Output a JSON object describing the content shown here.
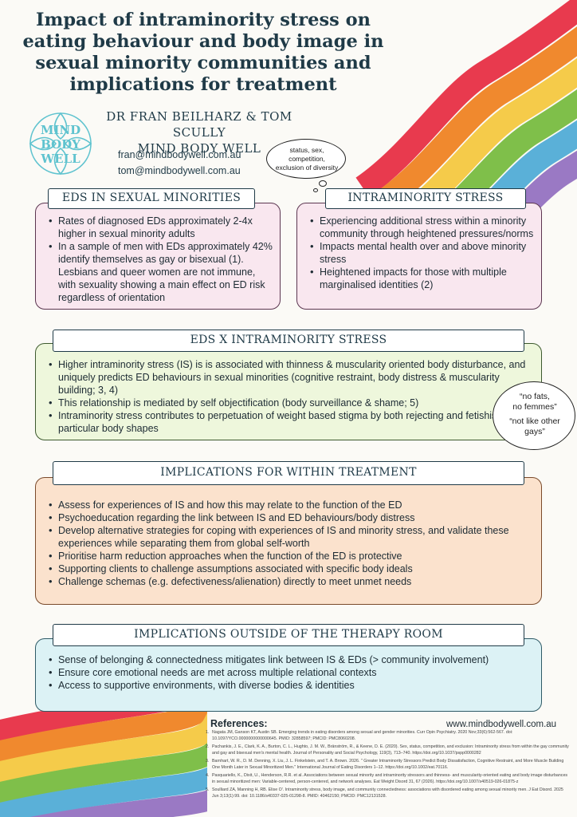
{
  "title": "Impact of intraminority stress on eating behaviour and body image in sexual minority communities and implications for treatment",
  "authors": [
    "DR FRAN BEILHARZ & TOM SCULLY",
    "MIND BODY WELL"
  ],
  "emails": [
    "fran@mindbodywell.com.au",
    "tom@mindbodywell.com.au"
  ],
  "logo": {
    "lines": [
      "MIND",
      "BODY",
      "WELL"
    ]
  },
  "thought_bubble": [
    "status, sex,",
    "competition,",
    "exclusion of diversity"
  ],
  "sections": {
    "eds_sexual_minorities": {
      "heading": "EDS IN SEXUAL MINORITIES",
      "items": [
        "Rates of diagnosed EDs approximately 2-4x higher in sexual minority adults",
        "In a sample of men with EDs approximately 42% identify themselves as gay or bisexual (1). Lesbians and queer women are not immune, with sexuality showing a main effect on ED risk regardless of orientation"
      ]
    },
    "intraminority_stress": {
      "heading": "INTRAMINORITY STRESS",
      "items": [
        "Experiencing additional stress within a minority community through heightened pressures/norms",
        "Impacts mental health over and above minority stress",
        "Heightened impacts for those with multiple marginalised identities (2)"
      ]
    },
    "eds_x_intraminority": {
      "heading": "EDS X INTRAMINORITY STRESS",
      "items": [
        "Higher intraminority stress (IS) is is associated with thinness & muscularity oriented body disturbance, and uniquely predicts ED behaviours in sexual minorities (cognitive restraint, body distress & muscularity building; 3, 4)",
        "This relationship is mediated by self objectification (body surveillance & shame; 5)",
        "Intraminority stress contributes to perpetuation of weight based stigma by both rejecting and fetishising particular body shapes"
      ]
    },
    "within_treatment": {
      "heading": "IMPLICATIONS FOR WITHIN TREATMENT",
      "items": [
        "Assess for experiences of IS and how this may relate to the function of the ED",
        "Psychoeducation regarding the link between IS and ED behaviours/body distress",
        "Develop alternative strategies for coping with experiences of IS and minority stress, and validate these experiences while separating them from global self-worth",
        "Prioritise harm reduction approaches when the function of the ED is protective",
        "Supporting clients to challenge assumptions associated with specific body ideals",
        "Challenge schemas (e.g. defectiveness/alienation) directly to meet unmet needs"
      ]
    },
    "outside_therapy": {
      "heading": "IMPLICATIONS OUTSIDE OF THE THERAPY ROOM",
      "items": [
        "Sense of belonging & connectedness mitigates link between IS & EDs (> community involvement)",
        "Ensure core emotional needs are met across multiple relational contexts",
        "Access to supportive environments, with diverse bodies & identities"
      ]
    }
  },
  "speech_bubble": [
    "“no fats,",
    "no femmes”",
    "“not like other",
    "gays”"
  ],
  "website": "www.mindbodywell.com.au",
  "references_heading": "References:",
  "references": [
    "Nagata JM, Ganson KT, Austin SB. Emerging trends in eating disorders among sexual and gender minorities. Curr Opin Psychiatry. 2020 Nov;33(6):562-567. doi: 10.1097/YCO.0000000000000645. PMID: 32858597; PMCID: PMC8060208.",
    "Pachankis, J. E., Clark, K. A., Burton, C. L., Hughto, J. M. W., Bränström, R., & Keene, D. E. (2020). Sex, status, competition, and exclusion: Intraminority stress from within the gay community and gay and bisexual men's mental health. Journal of Personality and Social Psychology, 119(3), 713–740. https://doi.org/10.1037/pspp0000282",
    "Barnhart, W. R., D. M. Denning, X. Liu, J. L. Finkelstein, and T. A. Brown. 2026. \" Greater Intraminority Stressors Predict Body Dissatisfaction, Cognitive Restraint, and More Muscle Building One Month Later in Sexual Minoritized Men.\" International Journal of Eating Disorders 1–12. https://doi.org/10.1002/eat.70116.",
    "Pasquariello, K., Dixit, U., Henderson, R.R. et al. Associations between sexual minority and intraminority stressors and thinness- and muscularity-oriented eating and body image disturbances in sexual minoritized men: Variable-centered, person-centered, and network analyses. Eat Weight Disord 31, 67 (2026). https://doi.org/10.1007/s40519-026-01875-z",
    "Soulliard ZA, Manning H, RB. Elise O'. Intraminority stress, body image, and community connectedness: associations with disordered eating among sexual minority men. J Eat Disord. 2025 Jun 3;13(1):99. doi: 10.1186/s40337-025-01298-8. PMID: 40462150; PMCID: PMC12131528."
  ],
  "colors": {
    "pink_panel": "#f9e7ef",
    "green_panel": "#eef7dc",
    "peach_panel": "#fbe2cd",
    "blue_panel": "#dcf2f5",
    "rainbow": [
      "#e83a4e",
      "#f0892e",
      "#f5cb4a",
      "#7fbf4a",
      "#5ab0d8",
      "#9a79c4"
    ]
  }
}
